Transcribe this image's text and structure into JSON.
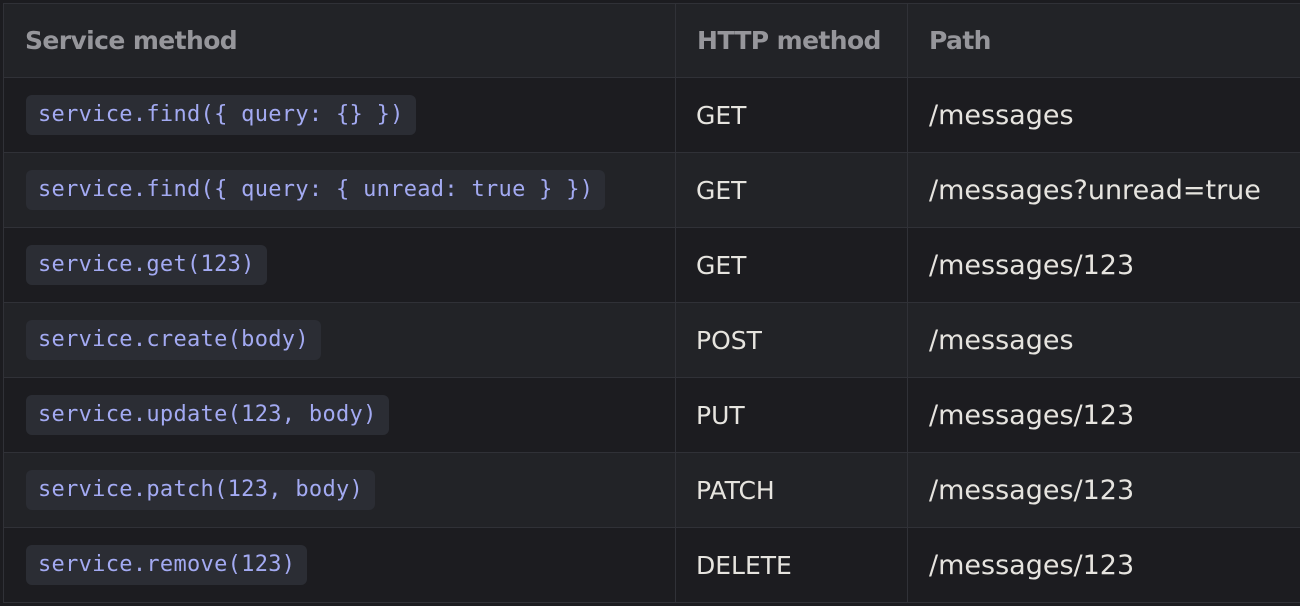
{
  "table": {
    "headers": {
      "service_method": "Service method",
      "http_method": "HTTP method",
      "path": "Path"
    },
    "rows": [
      {
        "service_method": "service.find({ query: {} })",
        "http_method": "GET",
        "path": "/messages"
      },
      {
        "service_method": "service.find({ query: { unread: true } })",
        "http_method": "GET",
        "path": "/messages?unread=true"
      },
      {
        "service_method": "service.get(123)",
        "http_method": "GET",
        "path": "/messages/123"
      },
      {
        "service_method": "service.create(body)",
        "http_method": "POST",
        "path": "/messages"
      },
      {
        "service_method": "service.update(123, body)",
        "http_method": "PUT",
        "path": "/messages/123"
      },
      {
        "service_method": "service.patch(123, body)",
        "http_method": "PATCH",
        "path": "/messages/123"
      },
      {
        "service_method": "service.remove(123)",
        "http_method": "DELETE",
        "path": "/messages/123"
      }
    ]
  },
  "colors": {
    "background": "#1c1c20",
    "row_alt": "#222327",
    "border": "#303137",
    "header_text": "#96969b",
    "body_text": "#e6e4df",
    "code_bg": "#2b2d34",
    "code_text": "#a3aaf2"
  }
}
